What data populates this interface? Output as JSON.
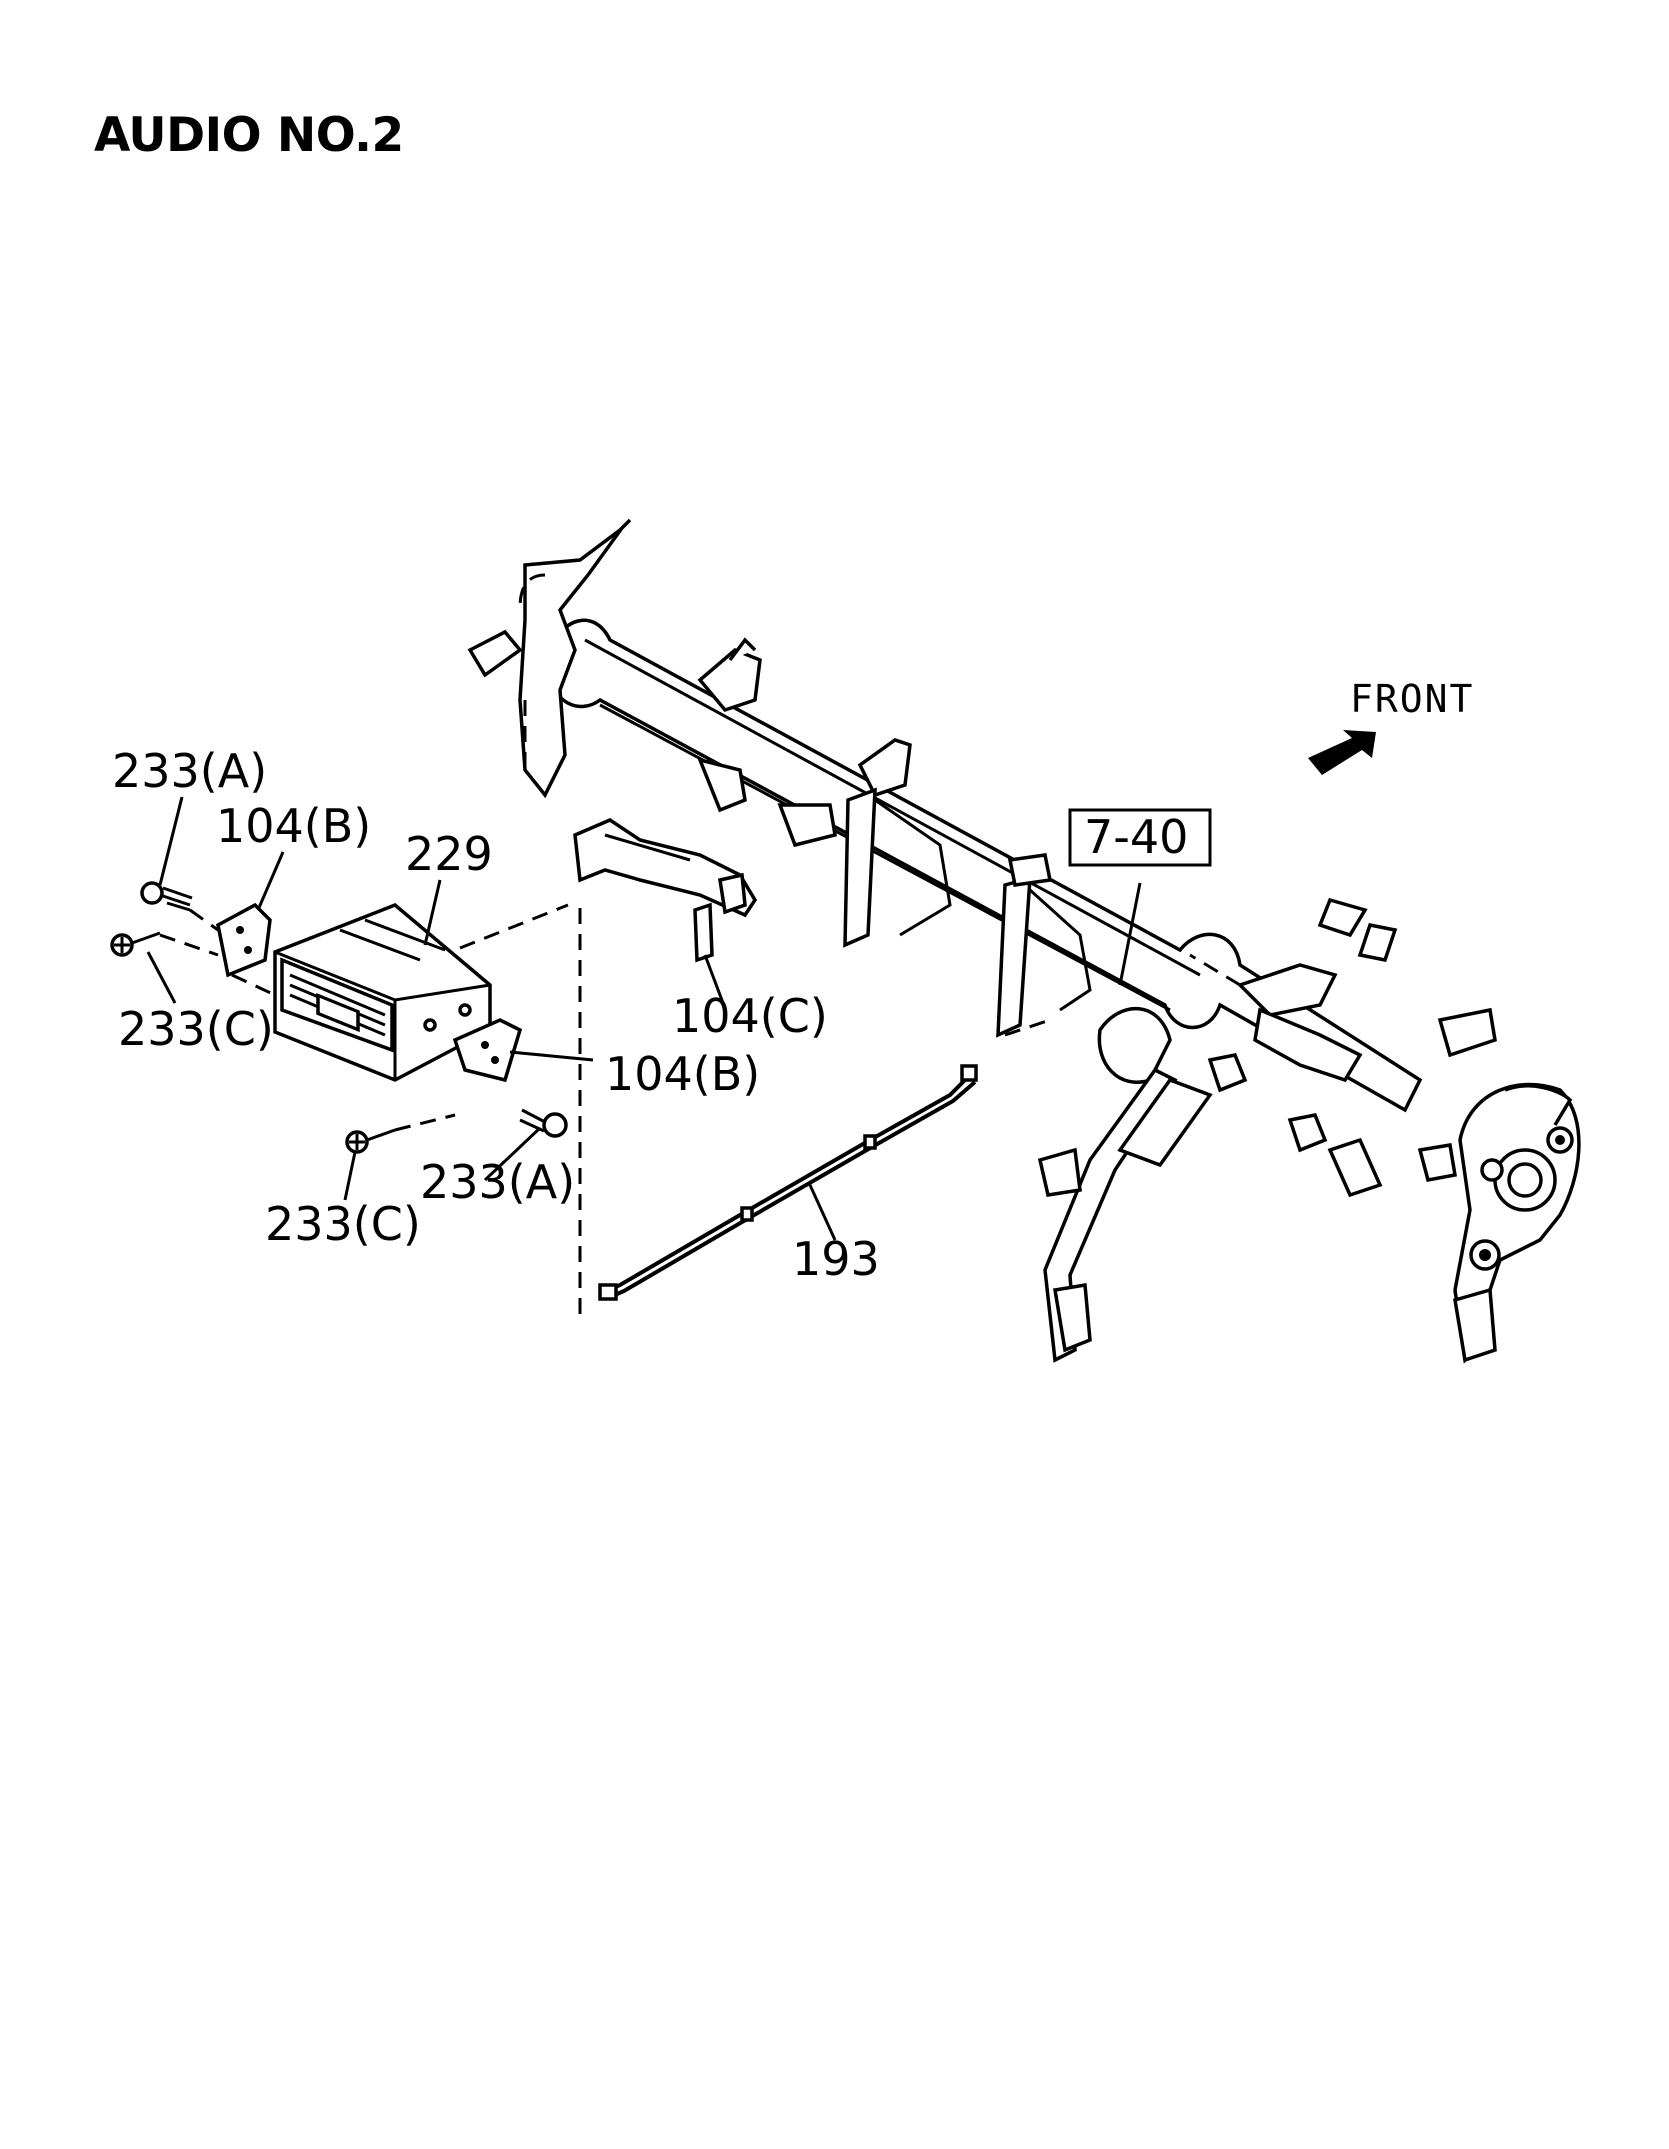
{
  "title": "AUDIO NO.2",
  "front_text": "FRONT",
  "callouts": {
    "c233a_top": "233(A)",
    "c104b_top": "104(B)",
    "c229": "229",
    "c233c_left": "233(C)",
    "c104c": "104(C)",
    "c104b_right": "104(B)",
    "c233a_bottom": "233(A)",
    "c233c_bottom": "233(C)",
    "c193": "193",
    "ref_box": "7-40"
  }
}
